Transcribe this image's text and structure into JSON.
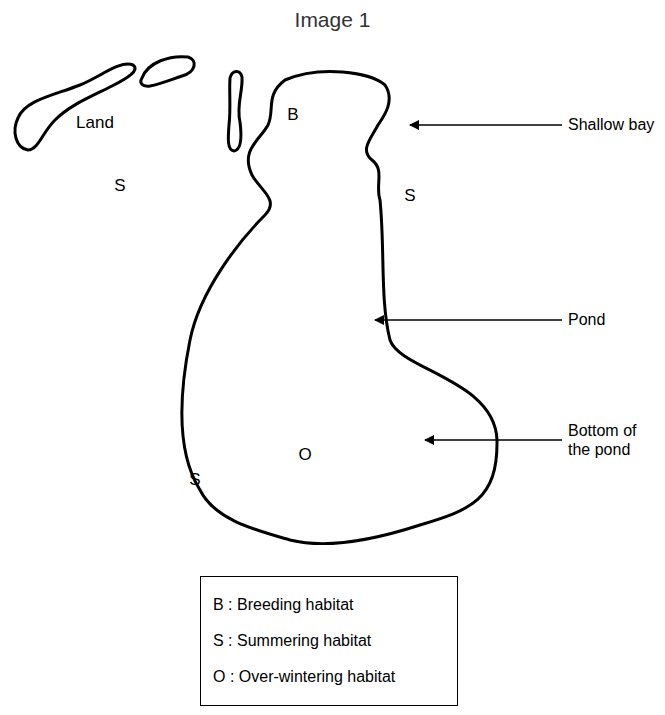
{
  "diagram": {
    "title": "Image 1",
    "labels": [
      "Land",
      "S",
      "B",
      "S",
      "O",
      "S",
      "Shallow bay",
      "Pond",
      "Bottom of the pond"
    ],
    "legend": [
      {
        "text": "B : Breeding habitat"
      },
      {
        "text": "S : Summering habitat"
      },
      {
        "text": "O : Over-wintering habitat"
      }
    ]
  }
}
